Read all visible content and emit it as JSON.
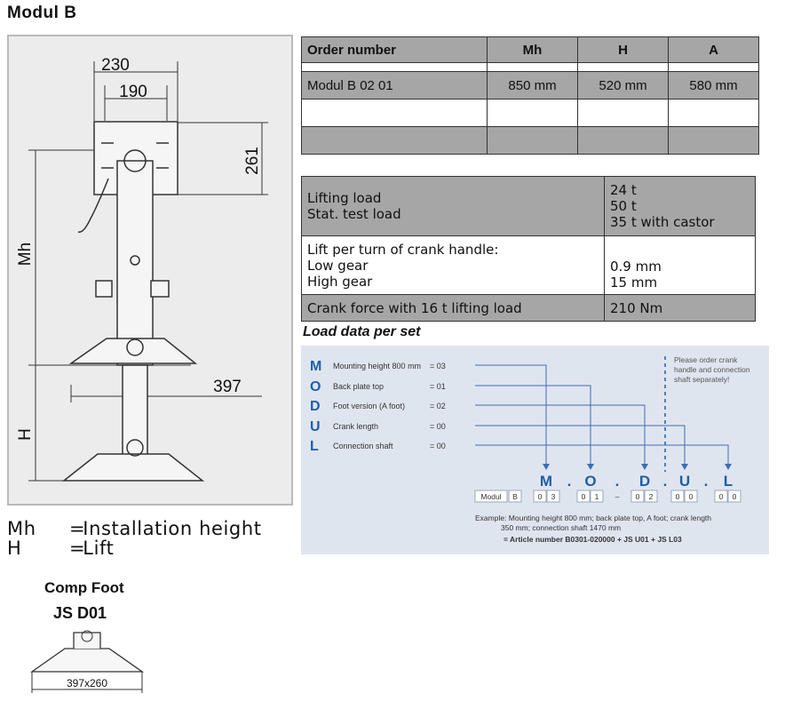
{
  "page_title": "Modul B",
  "drawing": {
    "dim_230": "230",
    "dim_190": "190",
    "dim_261": "261",
    "dim_mh": "Mh",
    "dim_397": "397",
    "dim_h": "H"
  },
  "legend": [
    {
      "key": "Mh",
      "eq": "=",
      "text": "Installation height"
    },
    {
      "key": "H",
      "eq": "=",
      "text": "Lift"
    }
  ],
  "comp_foot": {
    "title": "Comp Foot",
    "code": "JS D01",
    "dimension": "397x260"
  },
  "order_table": {
    "headers": [
      "Order number",
      "Mh",
      "H",
      "A"
    ],
    "rows": [
      [
        "Modul B 02 01",
        "850 mm",
        "520 mm",
        "580 mm"
      ],
      [
        "",
        "",
        "",
        ""
      ],
      [
        "",
        "",
        "",
        ""
      ]
    ]
  },
  "load_table": {
    "rows": [
      {
        "left": [
          "Lifting load",
          "Stat. test load"
        ],
        "right": [
          "24 t",
          "50 t",
          "35 t with castor"
        ]
      },
      {
        "left": [
          "Lift per turn of crank handle:",
          "Low gear",
          "High gear"
        ],
        "right": [
          "0.9 mm",
          "15 mm"
        ]
      },
      {
        "left": [
          "Crank force with 16 t lifting load"
        ],
        "right": [
          "210 Nm"
        ]
      }
    ]
  },
  "load_caption": "Load data per set",
  "code_panel": {
    "rows": [
      {
        "letter": "M",
        "label": "Mounting height 800 mm",
        "value": "= 03"
      },
      {
        "letter": "O",
        "label": "Back plate top",
        "value": "= 01"
      },
      {
        "letter": "D",
        "label": "Foot version (A foot)",
        "value": "= 02"
      },
      {
        "letter": "U",
        "label": "Crank length",
        "value": "= 00"
      },
      {
        "letter": "L",
        "label": "Connection shaft",
        "value": "= 00"
      }
    ],
    "note": [
      "Please order crank",
      "handle and connection",
      "shaft separately!"
    ],
    "code_letters": [
      "M",
      ".",
      "O",
      ".",
      "D",
      ".",
      "U",
      ".",
      "L"
    ],
    "code_boxes": [
      "Modul",
      "B",
      "0",
      "3",
      "0",
      "1",
      "–",
      "0",
      "2",
      "0",
      "0",
      "0",
      "0"
    ],
    "example": [
      "Example: Mounting height 800 mm; back plate top, A foot; crank length",
      "350 mm; connection shaft 1470 mm"
    ],
    "article": "= Article number B0301-020000 + JS U01 + JS L03",
    "colors": {
      "letter": "#1f5fa8",
      "line": "#3d6db5",
      "panel": "#dfe5ef"
    }
  }
}
